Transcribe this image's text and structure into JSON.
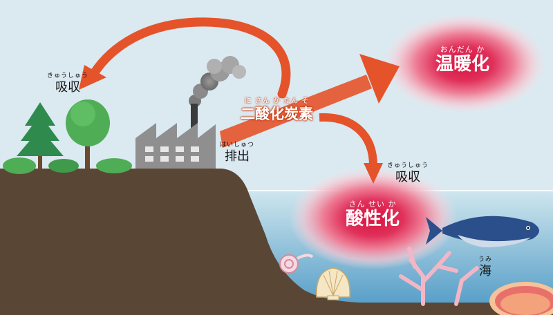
{
  "labels": {
    "absorb_land": {
      "ruby": "きゅうしゅう",
      "text": "吸収"
    },
    "emission": {
      "ruby": "はいしゅつ",
      "text": "排出"
    },
    "co2": {
      "ruby": "に さん か たん そ",
      "text": "二酸化炭素"
    },
    "warming": {
      "ruby": "おんだん か",
      "text": "温暖化"
    },
    "absorb_sea": {
      "ruby": "きゅうしゅう",
      "text": "吸収"
    },
    "acidification": {
      "ruby": "さん せい か",
      "text": "酸性化"
    },
    "sea": {
      "ruby": "うみ",
      "text": "海"
    }
  },
  "colors": {
    "sky": "#dbe9f0",
    "ground": "#5a4634",
    "sea_top": "#cfe6ee",
    "sea_bottom": "#4c98c4",
    "arrow": "#e5532a",
    "glow": "#d8133f",
    "factory": "#8f8f90",
    "tree_dark": "#2e8b4d",
    "tree_light": "#4fad56",
    "fish": "#2a4f8a",
    "coral": "#f2b6c6"
  }
}
